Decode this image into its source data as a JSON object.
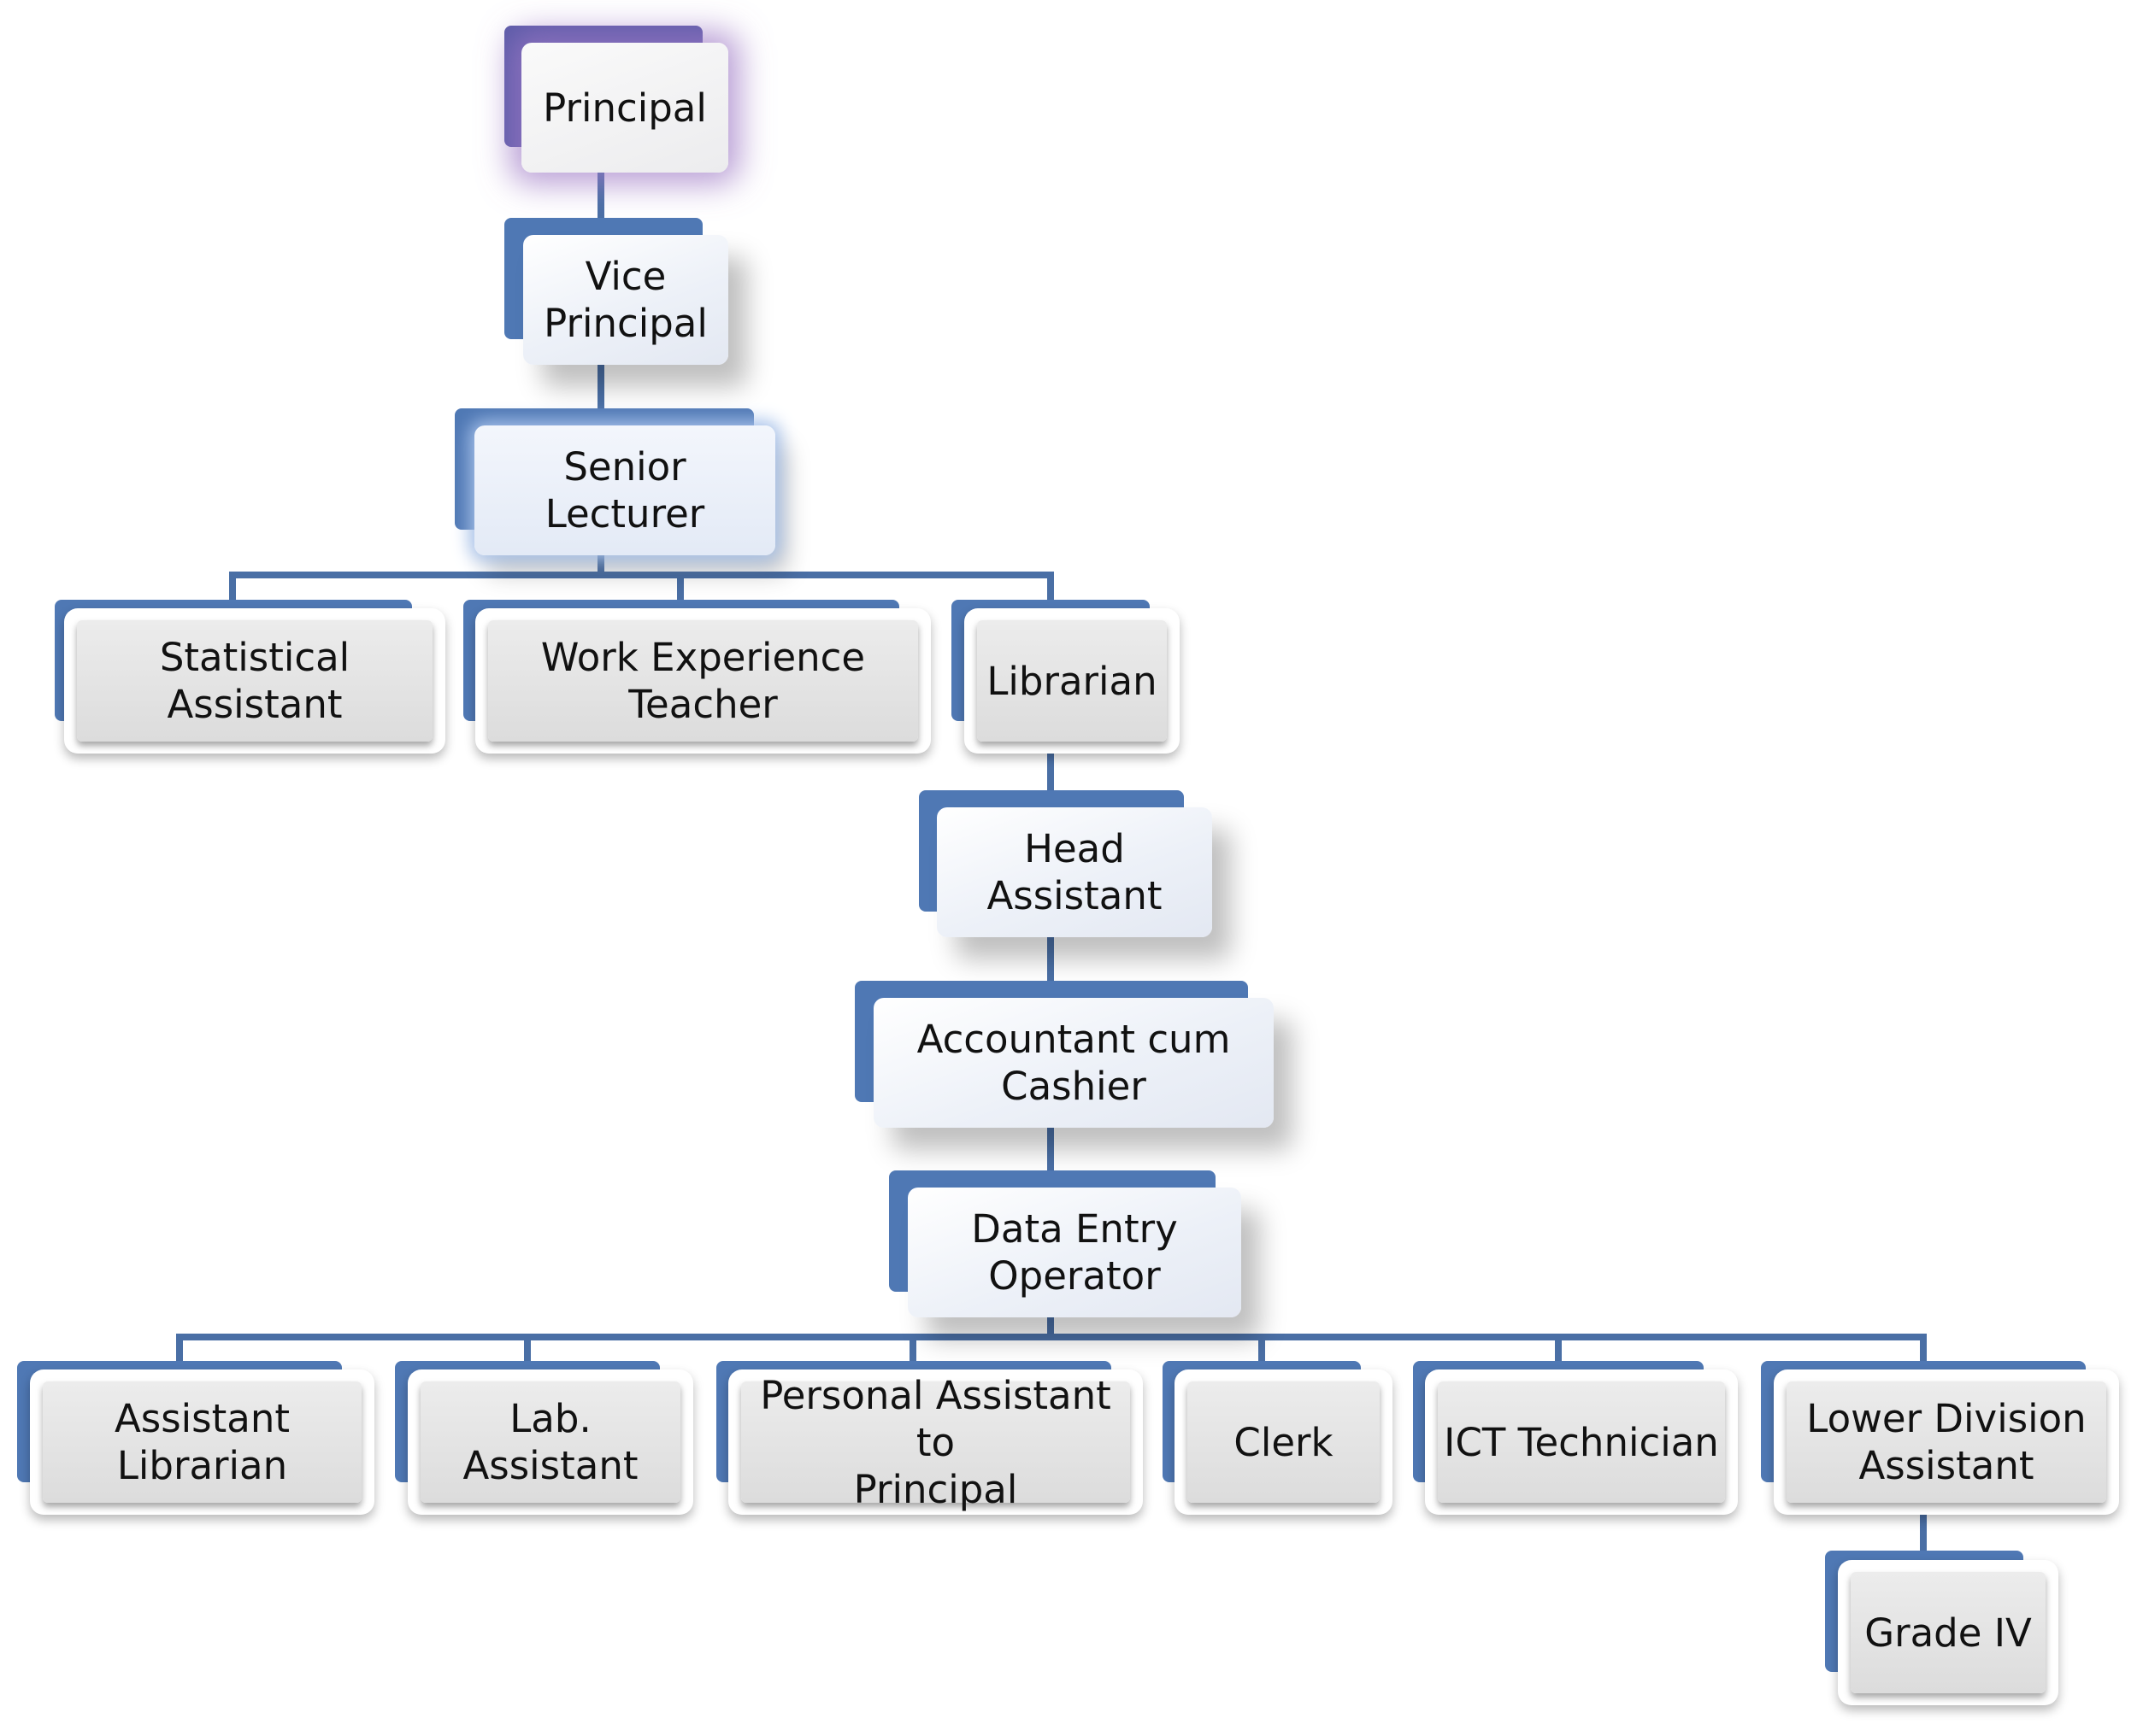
{
  "diagram": {
    "nodes": [
      {
        "id": "principal",
        "label": "Principal",
        "style": "glow"
      },
      {
        "id": "vice_principal",
        "label": "Vice\nPrincipal",
        "style": "light"
      },
      {
        "id": "senior_lecturer",
        "label": "Senior Lecturer",
        "style": "blue-glow"
      },
      {
        "id": "statistical_assistant",
        "label": "Statistical\nAssistant",
        "style": "grey"
      },
      {
        "id": "work_experience_teacher",
        "label": "Work Experience\nTeacher",
        "style": "grey"
      },
      {
        "id": "librarian",
        "label": "Librarian",
        "style": "grey"
      },
      {
        "id": "head_assistant",
        "label": "Head\nAssistant",
        "style": "light"
      },
      {
        "id": "accountant_cum_cashier",
        "label": "Accountant cum\nCashier",
        "style": "light"
      },
      {
        "id": "data_entry_operator",
        "label": "Data Entry\nOperator",
        "style": "light"
      },
      {
        "id": "assistant_librarian",
        "label": "Assistant\nLibrarian",
        "style": "grey"
      },
      {
        "id": "lab_assistant",
        "label": "Lab. Assistant",
        "style": "grey"
      },
      {
        "id": "personal_assistant_to_principal",
        "label": "Personal Assistant to\nPrincipal",
        "style": "grey"
      },
      {
        "id": "clerk",
        "label": "Clerk",
        "style": "grey"
      },
      {
        "id": "ict_technician",
        "label": "ICT Technician",
        "style": "grey"
      },
      {
        "id": "lower_division_assistant",
        "label": "Lower Division\nAssistant",
        "style": "grey"
      },
      {
        "id": "grade_iv",
        "label": "Grade IV",
        "style": "grey"
      }
    ],
    "edges": [
      [
        "principal",
        "vice_principal"
      ],
      [
        "vice_principal",
        "senior_lecturer"
      ],
      [
        "senior_lecturer",
        "statistical_assistant"
      ],
      [
        "senior_lecturer",
        "work_experience_teacher"
      ],
      [
        "senior_lecturer",
        "librarian"
      ],
      [
        "librarian",
        "head_assistant"
      ],
      [
        "head_assistant",
        "accountant_cum_cashier"
      ],
      [
        "accountant_cum_cashier",
        "data_entry_operator"
      ],
      [
        "data_entry_operator",
        "assistant_librarian"
      ],
      [
        "data_entry_operator",
        "lab_assistant"
      ],
      [
        "data_entry_operator",
        "personal_assistant_to_principal"
      ],
      [
        "data_entry_operator",
        "clerk"
      ],
      [
        "data_entry_operator",
        "ict_technician"
      ],
      [
        "data_entry_operator",
        "lower_division_assistant"
      ],
      [
        "lower_division_assistant",
        "grade_iv"
      ]
    ],
    "colors": {
      "accent_blue": "#4f78b4",
      "connector": "#4a6fa5",
      "principal_accent": "#5b5ba8",
      "principal_glow": "#9c78c4"
    }
  }
}
